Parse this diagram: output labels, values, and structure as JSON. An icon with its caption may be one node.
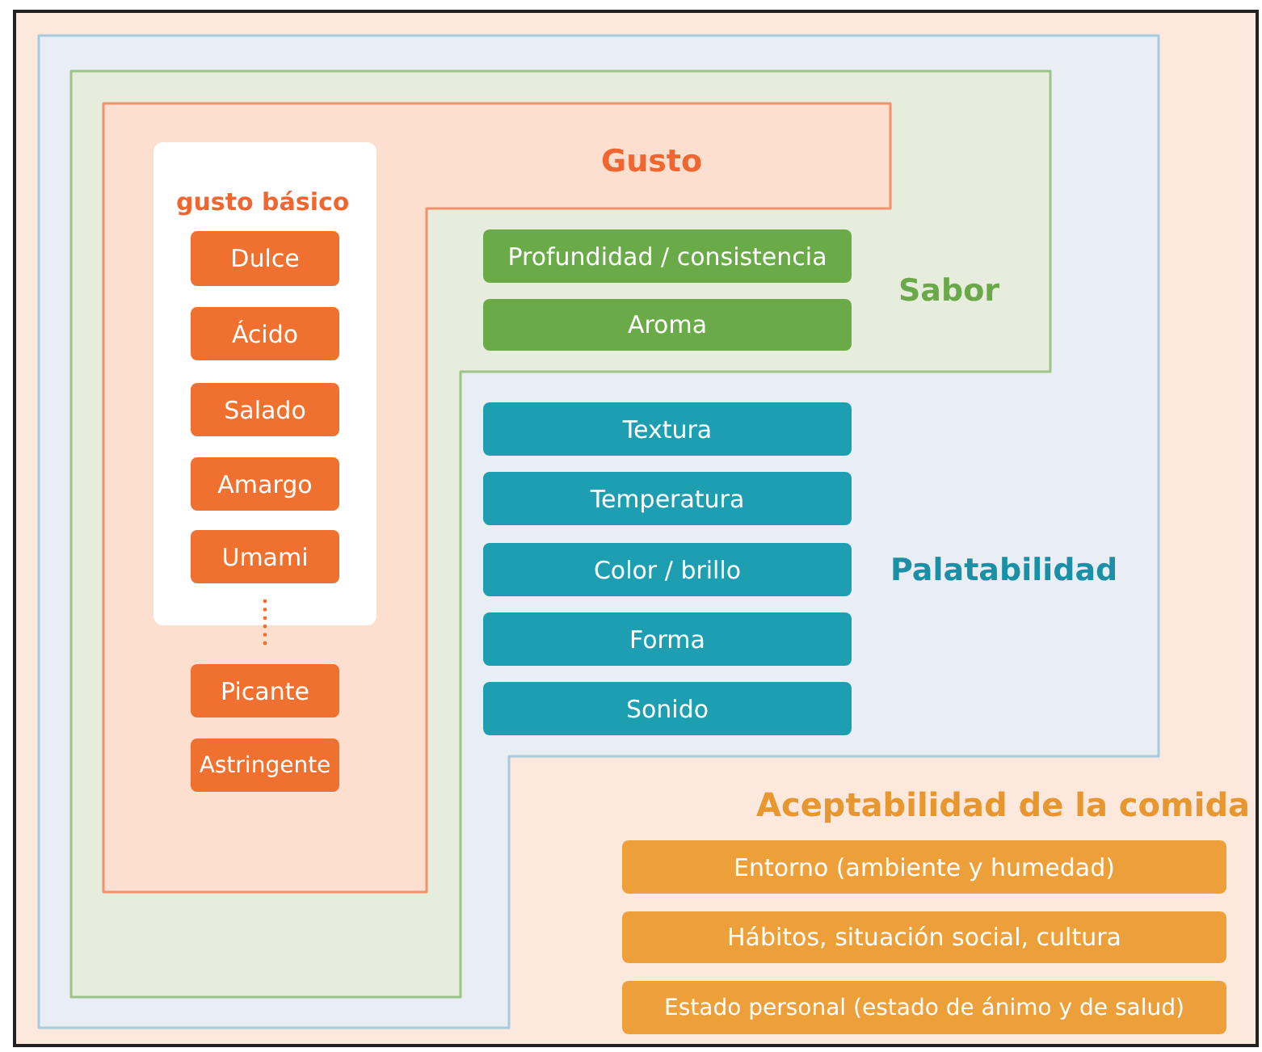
{
  "diagram": {
    "nodes": [
      {
        "text": [
          "Aceptabilidad de la comida"
        ]
      },
      {
        "text": [
          "Palatabilidad"
        ],
        "in": 0
      },
      {
        "text": [
          "Sabor"
        ],
        "in": 1
      },
      {
        "text": [
          "Gusto"
        ],
        "in": 2
      },
      {
        "text": [
          "gusto básico"
        ],
        "in": 3
      },
      {
        "text": [
          "Dulce"
        ],
        "in": 4
      },
      {
        "text": [
          "Ácido"
        ],
        "in": 4
      },
      {
        "text": [
          "Salado"
        ],
        "in": 4
      },
      {
        "text": [
          "Amargo"
        ],
        "in": 4
      },
      {
        "text": [
          "Umami"
        ],
        "in": 4
      },
      {
        "text": [
          "Picante"
        ],
        "in": 3
      },
      {
        "text": [
          "Astringente"
        ],
        "in": 3
      },
      {
        "text": [
          "Profundidad / consistencia"
        ],
        "in": 2
      },
      {
        "text": [
          "Aroma"
        ],
        "in": 2
      },
      {
        "text": [
          "Textura"
        ],
        "in": 1
      },
      {
        "text": [
          "Temperatura"
        ],
        "in": 1
      },
      {
        "text": [
          "Color / brillo"
        ],
        "in": 1
      },
      {
        "text": [
          "Forma"
        ],
        "in": 1
      },
      {
        "text": [
          "Sonido"
        ],
        "in": 1
      },
      {
        "text": [
          "Entorno (ambiente y humedad)"
        ],
        "in": 0
      },
      {
        "text": [
          "Hábitos, situación social, cultura"
        ],
        "in": 0
      },
      {
        "text": [
          "Estado personal (estado de ánimo y de salud)"
        ],
        "in": 0
      }
    ]
  }
}
